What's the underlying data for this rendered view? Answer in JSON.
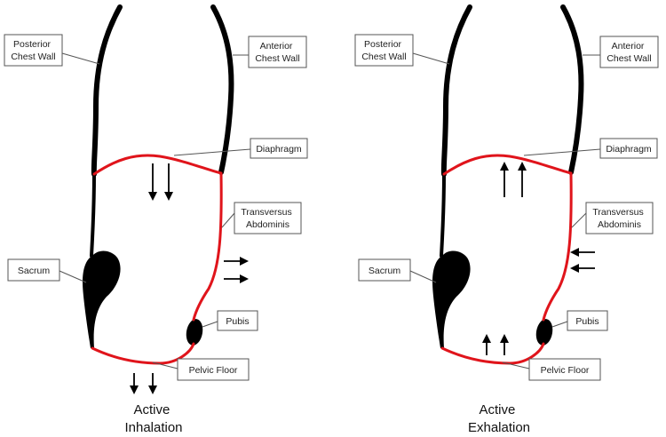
{
  "colors": {
    "muscle_line": "#e0141b",
    "bone": "#000000",
    "label_border": "#555555"
  },
  "panels": [
    {
      "labels": {
        "posterior": [
          "Posterior",
          "Chest Wall"
        ],
        "anterior": [
          "Anterior",
          "Chest Wall"
        ],
        "diaphragm": "Diaphragm",
        "transversus": [
          "Transversus",
          "Abdominis"
        ],
        "sacrum": "Sacrum",
        "pubis": "Pubis",
        "pelvic_floor": "Pelvic Floor"
      },
      "caption": [
        "Active",
        "Inhalation"
      ],
      "arrows": {
        "diaphragm": "down",
        "abdominal_wall": "outward",
        "pelvic_floor": "down"
      }
    },
    {
      "labels": {
        "posterior": [
          "Posterior",
          "Chest Wall"
        ],
        "anterior": [
          "Anterior",
          "Chest Wall"
        ],
        "diaphragm": "Diaphragm",
        "transversus": [
          "Transversus",
          "Abdominis"
        ],
        "sacrum": "Sacrum",
        "pubis": "Pubis",
        "pelvic_floor": "Pelvic Floor"
      },
      "caption": [
        "Active",
        "Exhalation"
      ],
      "arrows": {
        "diaphragm": "up",
        "abdominal_wall": "inward",
        "pelvic_floor": "up"
      }
    }
  ]
}
